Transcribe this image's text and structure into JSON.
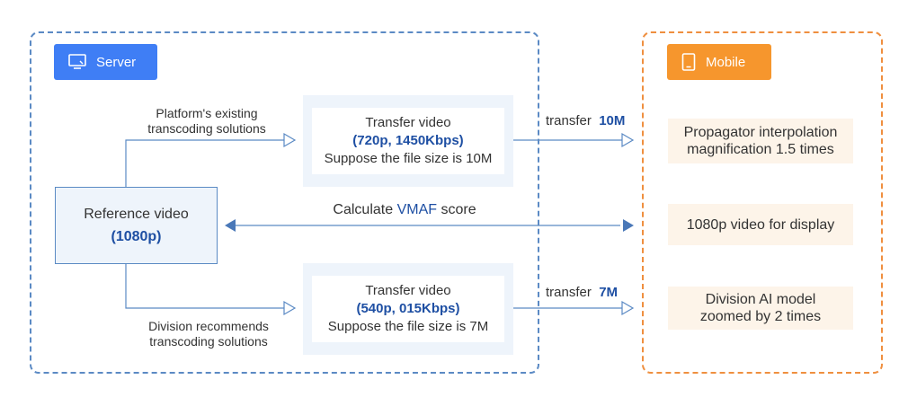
{
  "server": {
    "label": "Server"
  },
  "mobile": {
    "label": "Mobile"
  },
  "reference": {
    "line1": "Reference video",
    "line2": "(1080p)"
  },
  "transfer_top": {
    "title": "Transfer video",
    "spec": "(720p, 1450Kbps)",
    "size": "Suppose the file size is 10M"
  },
  "transfer_bottom": {
    "title": "Transfer video",
    "spec": "(540p, 015Kbps)",
    "size": "Suppose the file size is 7M"
  },
  "notes": {
    "top_line1": "Platform's existing",
    "top_line2": "transcoding solutions",
    "bottom_line1": "Division recommends",
    "bottom_line2": "transcoding solutions"
  },
  "transfer_labels": {
    "word": "transfer",
    "top_size": "10M",
    "bottom_size": "7M"
  },
  "vmaf": {
    "prefix": "Calculate ",
    "highlight": "VMAF",
    "suffix": " score"
  },
  "mobile_boxes": {
    "m1_line1": "Propagator interpolation",
    "m1_line2": "magnification 1.5 times",
    "m2": "1080p video for display",
    "m3_line1": "Division AI model",
    "m3_line2": "zoomed by 2 times"
  },
  "colors": {
    "server_accent": "#3f7ef5",
    "mobile_accent": "#f6962d",
    "line_blue": "#5b8ac4",
    "text_blue": "#1e4fa3"
  },
  "icons": {
    "server": "monitor-icon",
    "mobile": "phone-icon"
  }
}
